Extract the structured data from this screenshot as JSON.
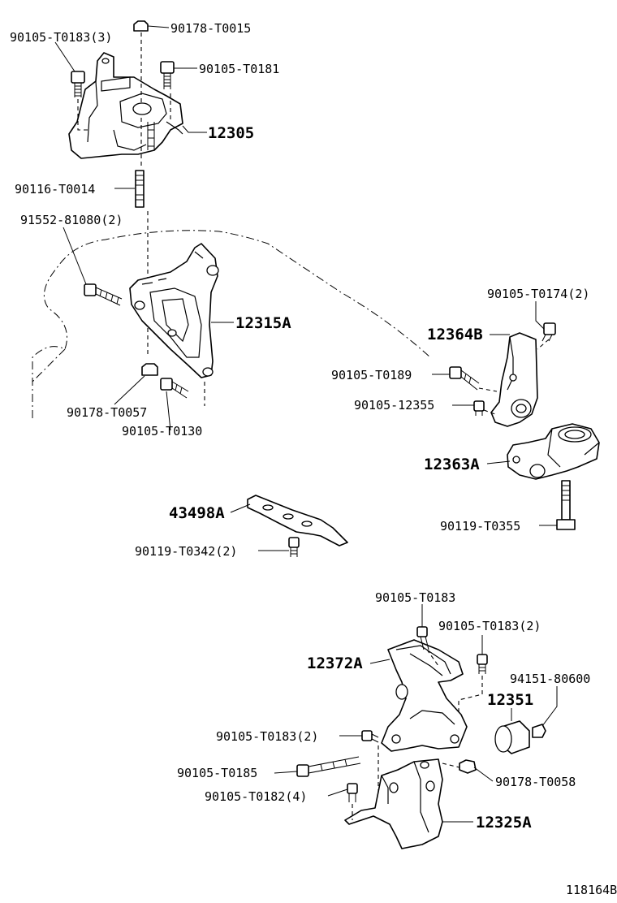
{
  "diagram_id": "118164B",
  "labels": {
    "l01": "90105-T0183(3)",
    "l02": "90178-T0015",
    "l03": "90105-T0181",
    "l04": "12305",
    "l05": "90116-T0014",
    "l06": "91552-81080(2)",
    "l07": "12315A",
    "l08": "90178-T0057",
    "l09": "90105-T0130",
    "l10": "90105-T0174(2)",
    "l11": "12364B",
    "l12": "90105-T0189",
    "l13": "90105-12355",
    "l14": "12363A",
    "l15": "90119-T0355",
    "l16": "43498A",
    "l17": "90119-T0342(2)",
    "l18": "90105-T0183",
    "l19": "90105-T0183(2)",
    "l20": "12372A",
    "l21": "94151-80600",
    "l22": "12351",
    "l23": "90105-T0183(2)",
    "l24": "90105-T0185",
    "l25": "90178-T0058",
    "l26": "90105-T0182(4)",
    "l27": "12325A"
  }
}
